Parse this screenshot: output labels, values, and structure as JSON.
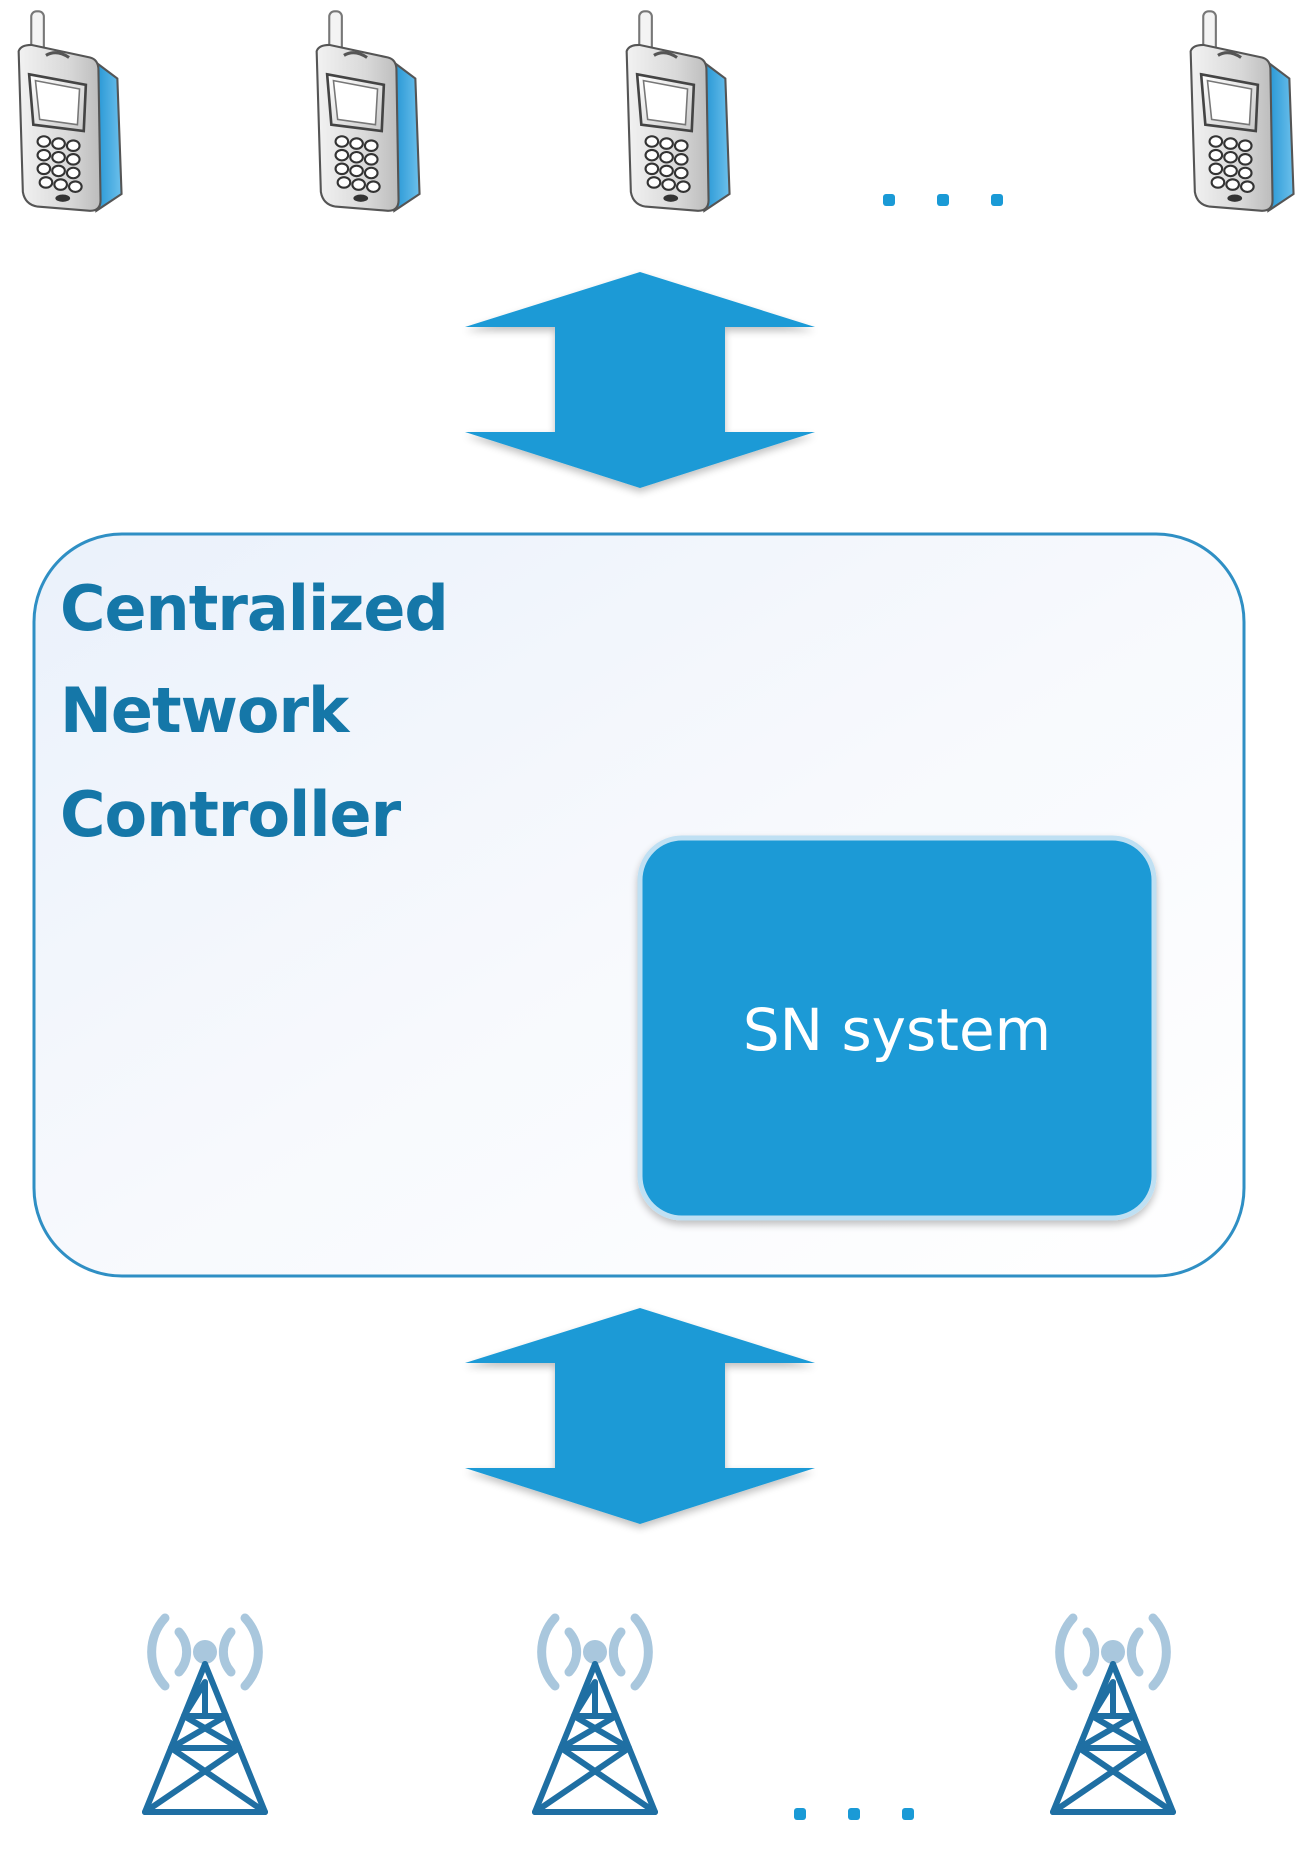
{
  "controller": {
    "title_lines": [
      "Centralized",
      "Network",
      "Controller"
    ]
  },
  "sn_system": {
    "label": "SN system"
  },
  "devices": {
    "phone_count": 4,
    "tower_count": 3,
    "icons": [
      "mobile-phone-icon",
      "cell-tower-icon",
      "ellipsis-icon",
      "double-arrow-icon"
    ]
  },
  "colors": {
    "accent": "#1a9ad6",
    "controller_border": "#2f8fc4",
    "controller_text": "#1577a8",
    "tower_dark": "#1f6fa3",
    "tower_signal": "#a9c7dd"
  }
}
